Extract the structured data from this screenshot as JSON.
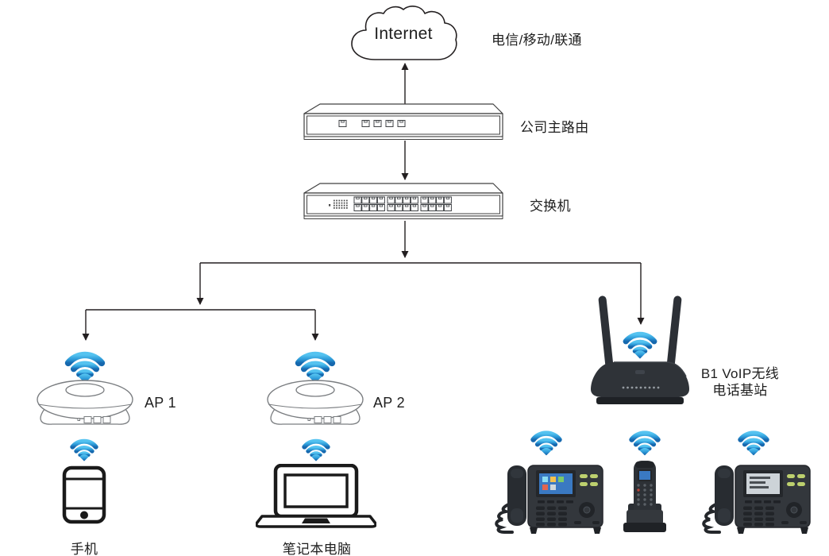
{
  "colors": {
    "background": "#ffffff",
    "line": "#231f20",
    "wifi_blue_light": "#55c3f0",
    "wifi_blue_dark": "#1668ae",
    "device_body_dark": "#32363b",
    "phone_screen_blue": "#3a79c2",
    "softkey_green": "#bdd06e"
  },
  "icons": {
    "wifi": "wifi-signal",
    "cloud": "internet-cloud",
    "router": "rack-router",
    "switch": "rack-switch",
    "ap": "ceiling-access-point",
    "mobile": "smartphone-outline",
    "laptop": "laptop-outline",
    "base_station": "two-antenna-router",
    "desk_phone": "ip-desk-phone",
    "cordless_phone": "cordless-handset"
  },
  "nodes": {
    "internet": {
      "label": "Internet",
      "caption": "电信/移动/联通"
    },
    "router": {
      "label": "公司主路由"
    },
    "switch": {
      "label": "交换机"
    },
    "ap1": {
      "label": "AP 1"
    },
    "ap2": {
      "label": "AP 2"
    },
    "base_station": {
      "label_line1": "B1 VoIP无线",
      "label_line2": "电话基站"
    },
    "mobile": {
      "label": "手机"
    },
    "laptop": {
      "label": "笔记本电脑"
    }
  }
}
